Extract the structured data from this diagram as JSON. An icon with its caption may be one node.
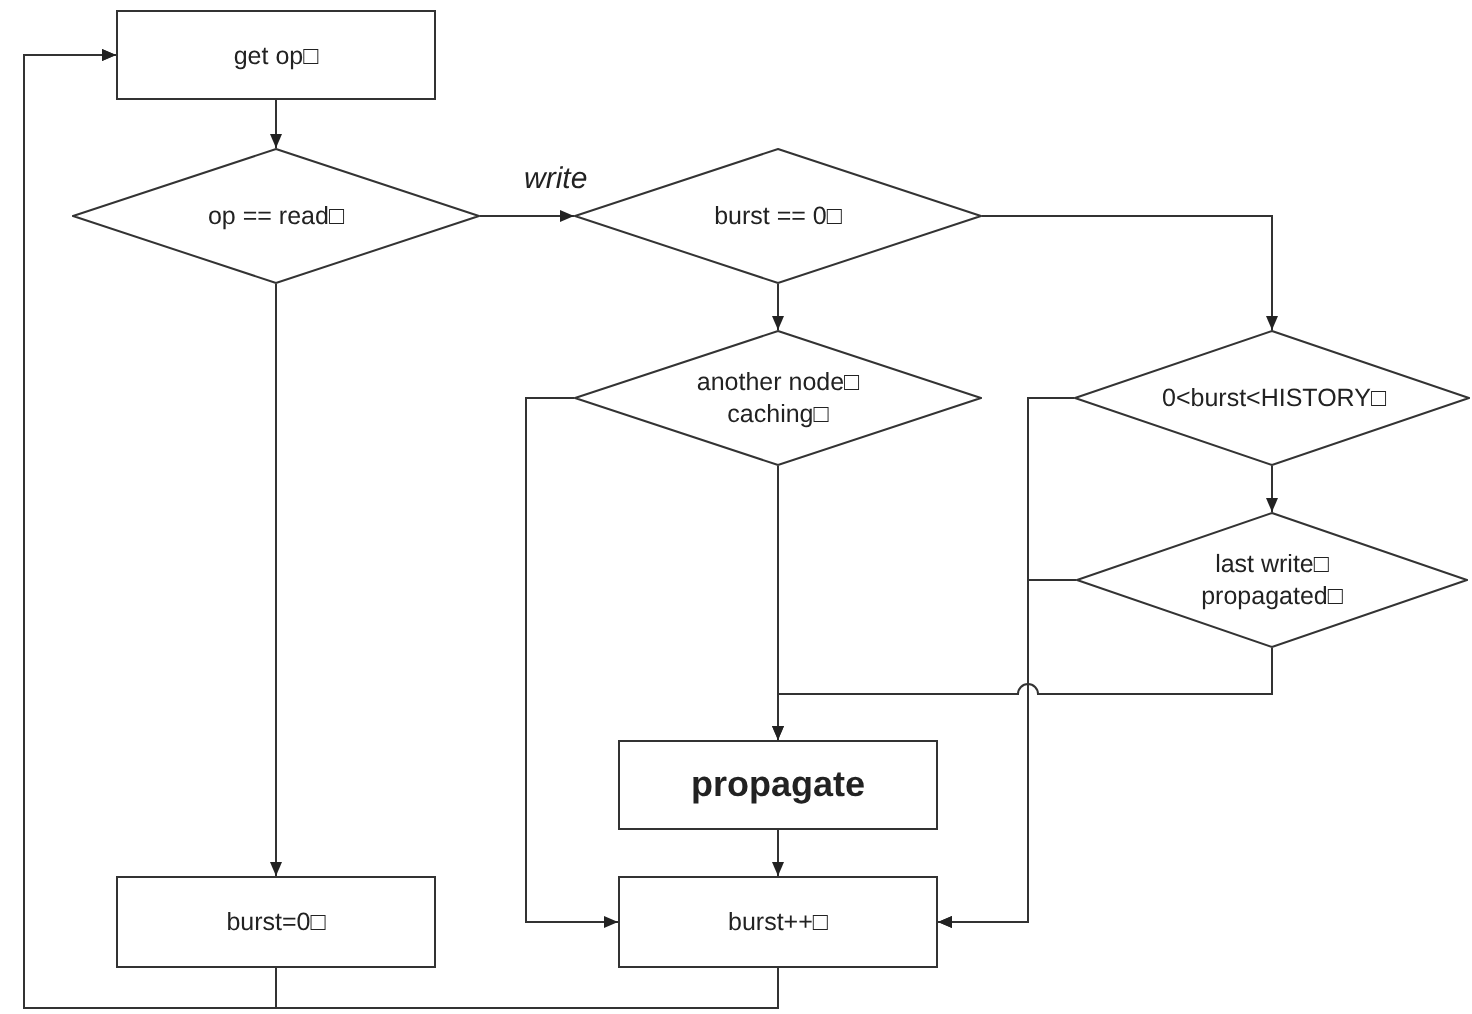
{
  "diagram": {
    "nodes": [
      {
        "text": [
          "get op□"
        ]
      },
      {
        "text": [
          "op == read□"
        ]
      },
      {
        "text": [
          "burst == 0□"
        ]
      },
      {
        "text": [
          "another node□ caching□"
        ]
      },
      {
        "text": [
          "0<burst<HISTORY□"
        ]
      },
      {
        "text": [
          "last write□ propagated□"
        ]
      },
      {
        "text": [
          "propagate"
        ]
      },
      {
        "text": [
          "burst=0□"
        ]
      },
      {
        "text": [
          "burst++□"
        ]
      }
    ],
    "edges": [
      {
        "from": 0,
        "to": 1,
        "arrow": "to"
      },
      {
        "from": 1,
        "to": 2,
        "arrow": "to",
        "label": "write"
      },
      {
        "from": 1,
        "to": 7,
        "arrow": "to"
      },
      {
        "from": 2,
        "to": 3,
        "arrow": "to"
      },
      {
        "from": 2,
        "to": 4,
        "arrow": "to"
      },
      {
        "from": 3,
        "to": 6,
        "arrow": "to"
      },
      {
        "from": 3,
        "to": 8,
        "arrow": "to"
      },
      {
        "from": 4,
        "to": 5,
        "arrow": "to"
      },
      {
        "from": 4,
        "to": 8,
        "arrow": "to"
      },
      {
        "from": 5,
        "to": 8,
        "arrow": "to"
      },
      {
        "from": 5,
        "to": 6,
        "arrow": "to"
      },
      {
        "from": 6,
        "to": 8,
        "arrow": "to"
      },
      {
        "from": 7,
        "to": 0,
        "arrow": "to"
      },
      {
        "from": 8,
        "to": 0,
        "arrow": "to"
      }
    ]
  }
}
